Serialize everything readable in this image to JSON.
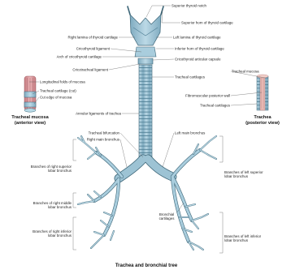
{
  "labels": {
    "superior_thyroid_notch": "Superior thyroid notch",
    "superior_horn_thyroid": "Superior horn of thyroid cartilage",
    "right_lamina_thyroid": "Right lamina of thyroid cartilage",
    "left_lamina_thyroid": "Left lamina of thyroid cartilage",
    "cricothyroid_ligament": "Cricothyroid ligament",
    "inferior_horn_thyroid": "Inferior horn of thyroid cartilage",
    "arch_cricoid": "Arch of cricothyroid cartilage",
    "cricothyroid_articular_capsule": "Cricothyroid articular capsule",
    "cricotracheal_ligament": "Cricotracheal ligament",
    "tracheal_cartilages_right": "Tracheal cartilages",
    "tracheal_mucosa_right": "Tracheal mucosa",
    "longitudinal_folds": "Longitudinal folds of mucosa",
    "tracheal_cartilage_cut": "Tracheal cartilage (cut)",
    "cut_edge_mucosa": "Cut edge of mucosa",
    "fibromuscular_wall": "Fibromuscular posterior wall",
    "tracheal_cartilages_inset": "Tracheal cartilages",
    "annular_ligaments": "Annular ligaments of trachea",
    "tracheal_bifurcation": "Tracheal bifurcation",
    "right_main_bronchus": "Right main bronchus",
    "left_main_bronchus": "Left main bronchus",
    "right_superior_1": "Branches of right superior",
    "right_superior_2": "lobar bronchus",
    "left_superior_1": "Branches of left superior",
    "left_superior_2": "lobar bronchus",
    "right_middle_1": "Branches of right middle",
    "right_middle_2": "lobar bronchus",
    "bronchial_cartilages_1": "Bronchial",
    "bronchial_cartilages_2": "cartilages",
    "right_inferior_1": "Branches of right inferior",
    "right_inferior_2": "lobar bronchus",
    "left_inferior_1": "Branches of left inferior",
    "left_inferior_2": "lobar bronchus"
  },
  "insets": {
    "left_title": "Tracheal mucosa",
    "left_subtitle": "(anterior view)",
    "right_title": "Trachea",
    "right_subtitle": "(posterior view)"
  },
  "caption": "Trachea and bronchial tree",
  "colors": {
    "cartilage": "#9dc3d4",
    "cartilage_dark": "#5f93aa",
    "mucosa": "#d9969a",
    "mucosa_dark": "#b86a70",
    "outline": "#3c6577"
  }
}
